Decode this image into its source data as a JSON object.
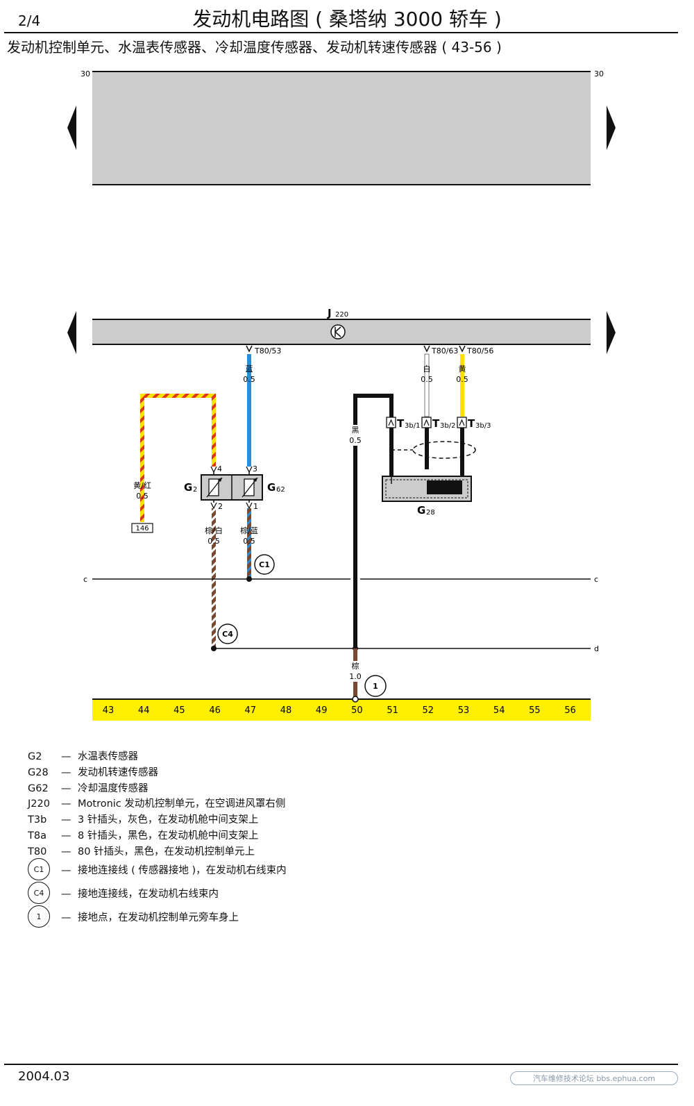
{
  "header": {
    "page": "2/4",
    "title": "发动机电路图 ( 桑塔纳 3000 轿车 )",
    "subtitle": "发动机控制单元、水温表传感器、冷却温度传感器、发动机转速传感器 ( 43-56 )"
  },
  "diagram": {
    "bus_top": {
      "left_label": "30",
      "right_label": "30"
    },
    "ecu": {
      "label_main": "J",
      "label_sub": "220"
    },
    "pins": {
      "t80_53": "T80/53",
      "t80_63": "T80/63",
      "t80_56": "T80/56"
    },
    "wires": {
      "blue": {
        "color": "蓝",
        "size": "0.5"
      },
      "white": {
        "color": "白",
        "size": "0.5"
      },
      "yellow": {
        "color": "黄",
        "size": "0.5"
      },
      "yellow_red": {
        "color": "黄/红",
        "size": "0.5"
      },
      "black": {
        "color": "黑",
        "size": "0.5"
      },
      "brown_white": {
        "color": "棕/白",
        "size": "0.5"
      },
      "brown_blue": {
        "color": "棕/蓝",
        "size": "0.5"
      },
      "brown": {
        "color": "棕",
        "size": "1.0"
      }
    },
    "connectors": {
      "t3b1": {
        "main": "T",
        "sub": "3b/1"
      },
      "t3b2": {
        "main": "T",
        "sub": "3b/2"
      },
      "t3b3": {
        "main": "T",
        "sub": "3b/3"
      }
    },
    "components": {
      "g2": {
        "main": "G",
        "sub": "2"
      },
      "g62": {
        "main": "G",
        "sub": "62"
      },
      "g28": {
        "main": "G",
        "sub": "28"
      }
    },
    "sensor_pins": {
      "p4": "4",
      "p3": "3",
      "p2": "2",
      "p1": "1"
    },
    "ref_146": "146",
    "grounds": {
      "c1": "C1",
      "c4": "C4",
      "g1": "1"
    },
    "lines": {
      "c_left": "c",
      "c_right": "c",
      "d_right": "d"
    },
    "ground_strip": [
      "43",
      "44",
      "45",
      "46",
      "47",
      "48",
      "49",
      "50",
      "51",
      "52",
      "53",
      "54",
      "55",
      "56"
    ]
  },
  "legend": [
    {
      "code": "G2",
      "text": "水温表传感器"
    },
    {
      "code": "G28",
      "text": "发动机转速传感器"
    },
    {
      "code": "G62",
      "text": "冷却温度传感器"
    },
    {
      "code": "J220",
      "text": "Motronic 发动机控制单元，在空调进风罩右侧"
    },
    {
      "code": "T3b",
      "text": "3 针插头，灰色，在发动机舱中间支架上"
    },
    {
      "code": "T8a",
      "text": "8 针插头，黑色，在发动机舱中间支架上"
    },
    {
      "code": "T80",
      "text": "80 针插头，黑色，在发动机控制单元上"
    }
  ],
  "legend_circles": [
    {
      "code": "C1",
      "text": "接地连接线 ( 传感器接地 )，在发动机右线束内"
    },
    {
      "code": "C4",
      "text": "接地连接线，在发动机右线束内"
    },
    {
      "code": "1",
      "text": "接地点，在发动机控制单元旁车身上"
    }
  ],
  "legend_dash": "—",
  "footer": {
    "date": "2004.03",
    "watermark": "汽车维修技术论坛 bbs.ephua.com"
  },
  "colors": {
    "panel_gray": "#cccccc",
    "blue": "#2a8fd8",
    "yellow": "#ffe000",
    "red": "#e0341a",
    "brown": "#7a4a30",
    "strip_yellow": "#ffef00"
  }
}
